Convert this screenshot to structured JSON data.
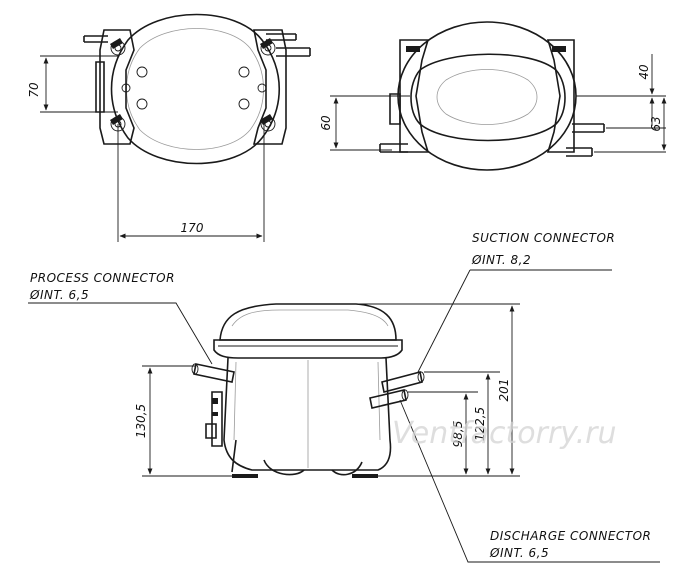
{
  "dimensions": {
    "top_height": "70",
    "top_width": "170",
    "side_a": "60",
    "side_b": "40",
    "side_c": "63",
    "front_process": "130,5",
    "front_d1": "98,5",
    "front_d2": "122,5",
    "front_total": "201"
  },
  "connectors": {
    "suction_title": "SUCTION CONNECTOR",
    "suction_spec": "ØINT. 8,2",
    "process_title": "PROCESS CONNECTOR",
    "process_spec": "ØINT. 6,5",
    "discharge_title": "DISCHARGE CONNECTOR",
    "discharge_spec": "ØINT. 6,5"
  },
  "watermark": "Ventfactorry.ru"
}
